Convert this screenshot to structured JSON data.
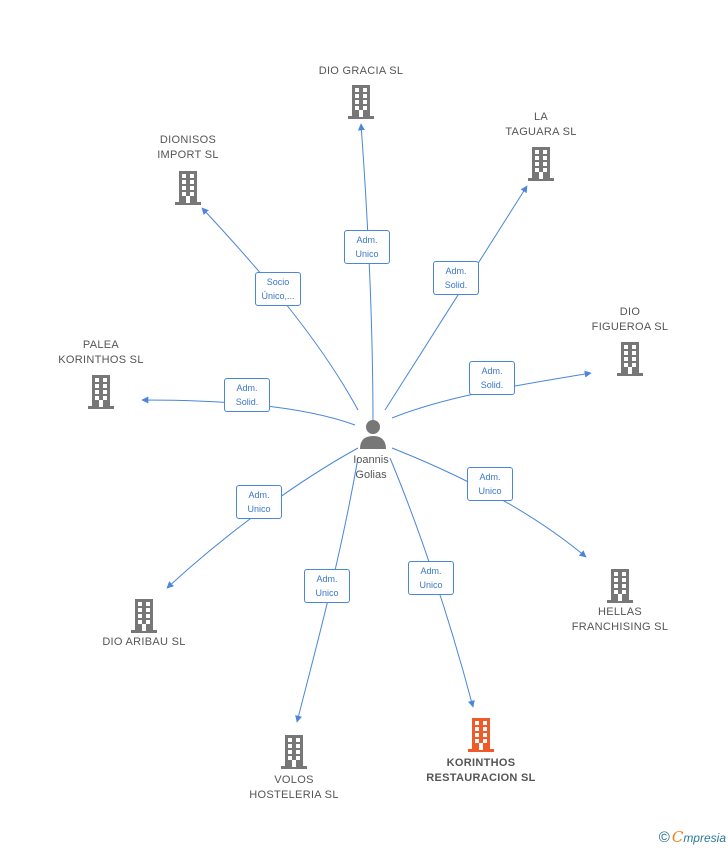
{
  "center": {
    "name_lines": [
      "Ioannis",
      "Golias"
    ]
  },
  "colors": {
    "edge": "#4a86d9",
    "building": "#777777",
    "highlight": "#f05a28"
  },
  "companies": [
    {
      "id": "dio-gracia",
      "lines": [
        "DIO GRACIA SL"
      ],
      "highlight": false,
      "role": [
        "Adm.",
        "Unico"
      ]
    },
    {
      "id": "la-taguara",
      "lines": [
        "LA",
        "TAGUARA SL"
      ],
      "highlight": false,
      "role": [
        "Adm.",
        "Solid."
      ]
    },
    {
      "id": "dionisos-import",
      "lines": [
        "DIONISOS",
        "IMPORT SL"
      ],
      "highlight": false,
      "role": [
        "Socio",
        "Único,..."
      ]
    },
    {
      "id": "dio-figueroa",
      "lines": [
        "DIO",
        "FIGUEROA SL"
      ],
      "highlight": false,
      "role": [
        "Adm.",
        "Solid."
      ]
    },
    {
      "id": "palea-korinthos",
      "lines": [
        "PALEA",
        "KORINTHOS SL"
      ],
      "highlight": false,
      "role": [
        "Adm.",
        "Solid."
      ]
    },
    {
      "id": "hellas-franchising",
      "lines": [
        "HELLAS",
        "FRANCHISING SL"
      ],
      "highlight": false,
      "role": [
        "Adm.",
        "Unico"
      ]
    },
    {
      "id": "dio-aribau",
      "lines": [
        "DIO ARIBAU SL"
      ],
      "highlight": false,
      "role": [
        "Adm.",
        "Unico"
      ]
    },
    {
      "id": "volos-hosteleria",
      "lines": [
        "VOLOS",
        "HOSTELERIA SL"
      ],
      "highlight": false,
      "role": [
        "Adm.",
        "Unico"
      ]
    },
    {
      "id": "korinthos-restauracion",
      "lines": [
        "KORINTHOS",
        "RESTAURACION SL"
      ],
      "highlight": true,
      "role": [
        "Adm.",
        "Unico"
      ]
    }
  ],
  "footer": {
    "copyright": "©",
    "brand_first": "C",
    "brand_rest": "mpresia"
  }
}
